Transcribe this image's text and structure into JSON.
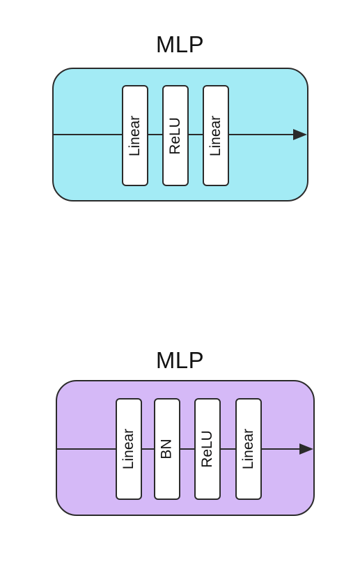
{
  "diagrams": [
    {
      "title": "MLP",
      "panel_color": "#a3ebf5",
      "layers": [
        "Linear",
        "ReLU",
        "Linear"
      ]
    },
    {
      "title": "MLP",
      "panel_color": "#d5b9f7",
      "layers": [
        "Linear",
        "BN",
        "ReLU",
        "Linear"
      ]
    }
  ]
}
